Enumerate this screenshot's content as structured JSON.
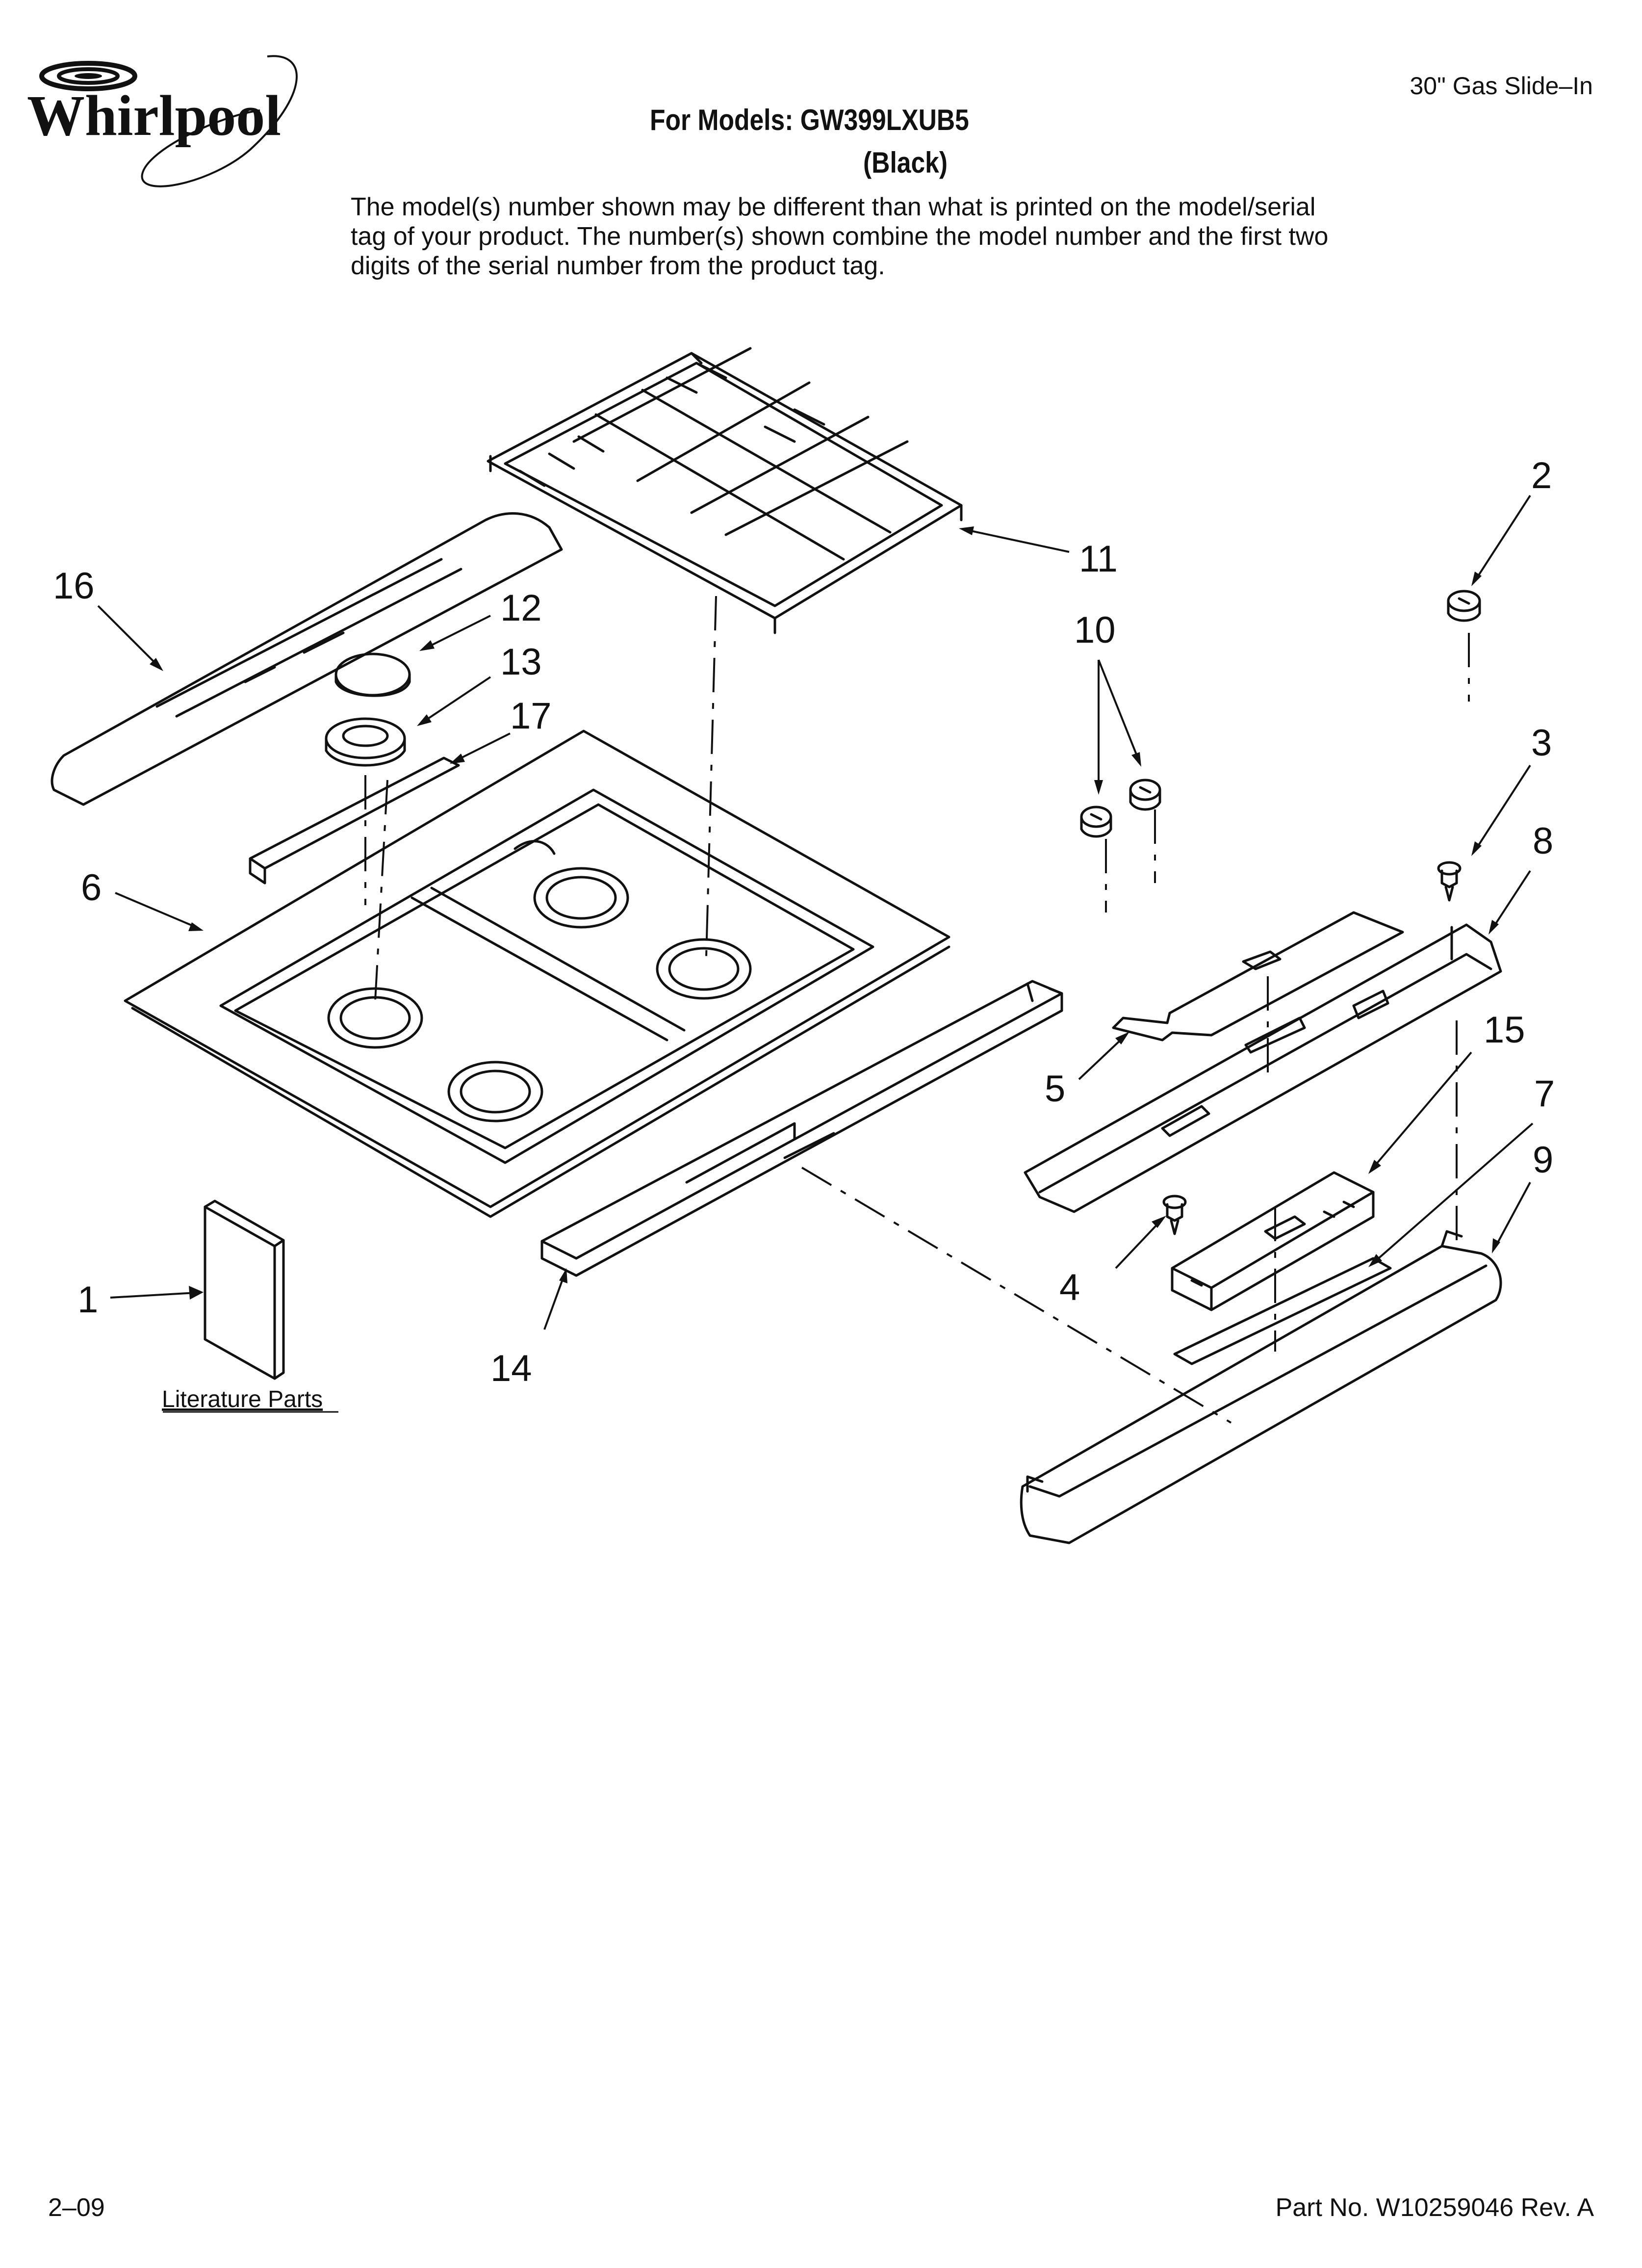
{
  "header": {
    "brand": "Whirlpool",
    "category": "30\" Gas Slide–In",
    "models_line": "For Models: GW399LXUB5",
    "color_line": "(Black)",
    "disclaimer": "The model(s) number shown may be different than what is printed on the model/serial tag of your product. The number(s) shown combine the model number and the first two digits of the serial number from the product tag."
  },
  "callouts": [
    "1",
    "2",
    "3",
    "4",
    "5",
    "6",
    "7",
    "8",
    "9",
    "10",
    "11",
    "12",
    "13",
    "14",
    "15",
    "16",
    "17"
  ],
  "literature_label": "Literature Parts",
  "footer": {
    "date": "2–09",
    "part_number": "Part No. W10259046 Rev. A"
  }
}
